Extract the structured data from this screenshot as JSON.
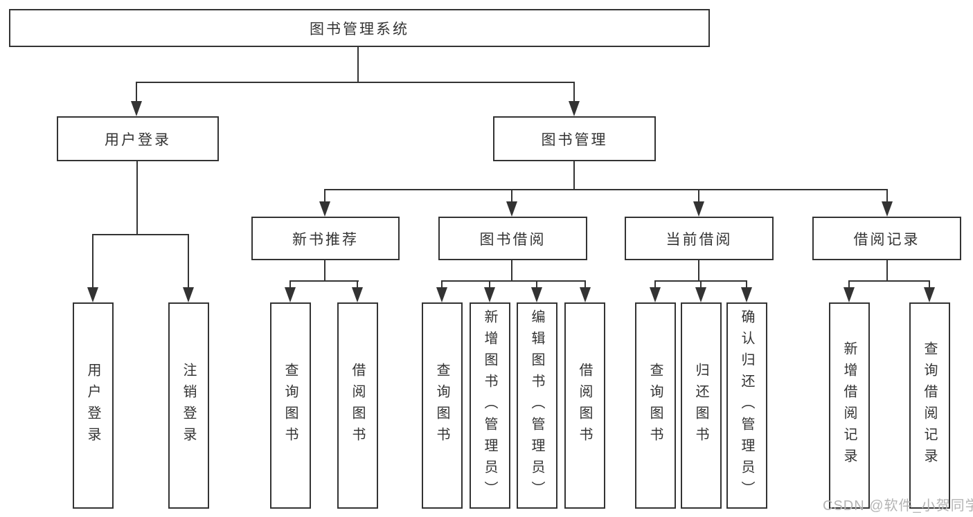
{
  "diagram": {
    "root": "图书管理系统",
    "level2": [
      "用户登录",
      "图书管理"
    ],
    "level3": [
      "新书推荐",
      "图书借阅",
      "当前借阅",
      "借阅记录"
    ],
    "leaves_user_login": [
      "用户登录",
      "注销登录"
    ],
    "leaves_new_books": [
      "查询图书",
      "借阅图书"
    ],
    "leaves_book_borrow": [
      "查询图书",
      "新增图书（管理员）",
      "编辑图书（管理员）",
      "借阅图书"
    ],
    "leaves_current_borrow": [
      "查询图书",
      "归还图书",
      "确认归还（管理员）"
    ],
    "leaves_borrow_records": [
      "新增借阅记录",
      "查询借阅记录"
    ]
  },
  "watermark": "CSDN @软件_小贺同学",
  "colors": {
    "line": "#333333",
    "text": "#333333",
    "background": "#ffffff",
    "watermark": "#b4b4b4"
  }
}
